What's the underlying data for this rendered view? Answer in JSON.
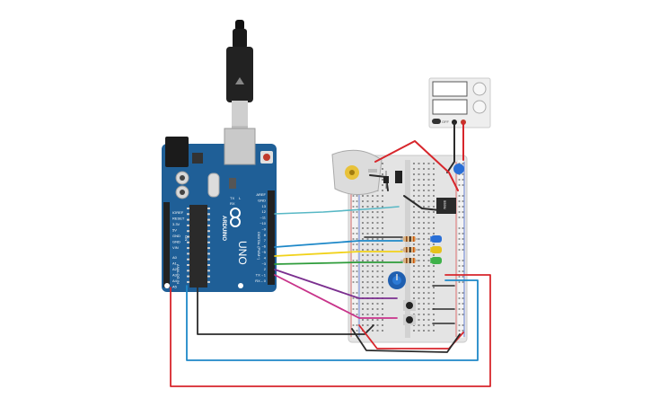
{
  "arduino": {
    "brand_text": "ARDUINO",
    "model_text": "UNO",
    "on_label": "ON",
    "tx_label": "TX",
    "rx_label": "RX",
    "l_label": "L",
    "digital_label": "DIGITAL (PWM~)",
    "analog_label": "ANALOG IN",
    "power_pins": [
      "IOREF",
      "RESET",
      "3.3V",
      "5V",
      "GND",
      "GND",
      "VIN"
    ],
    "analog_pins": [
      "A0",
      "A1",
      "A2",
      "A3",
      "A4",
      "A5"
    ],
    "digital_pins": [
      "AREF",
      "GND",
      "13",
      "12",
      "~11",
      "~10",
      "~9",
      "8",
      "7",
      "~6",
      "~5",
      "4",
      "~3",
      "2",
      "TX→1",
      "RX←0"
    ]
  },
  "ic": {
    "label": "555N"
  },
  "power_supply": {
    "off_label": "OFF"
  },
  "wire_colors": {
    "red": "#d7262c",
    "black": "#2b2b2b",
    "teal": "#58b8c5",
    "blue": "#1e88c8",
    "yellow": "#f1d21a",
    "green": "#2e9c3a",
    "purple": "#7b2f8f",
    "magenta": "#c8338a",
    "board_blue": "#1f5f97"
  },
  "leds": [
    {
      "color_name": "blue",
      "color": "#2a6fd6"
    },
    {
      "color_name": "yellow",
      "color": "#e6c21c"
    },
    {
      "color_name": "green",
      "color": "#3fb24a"
    }
  ]
}
